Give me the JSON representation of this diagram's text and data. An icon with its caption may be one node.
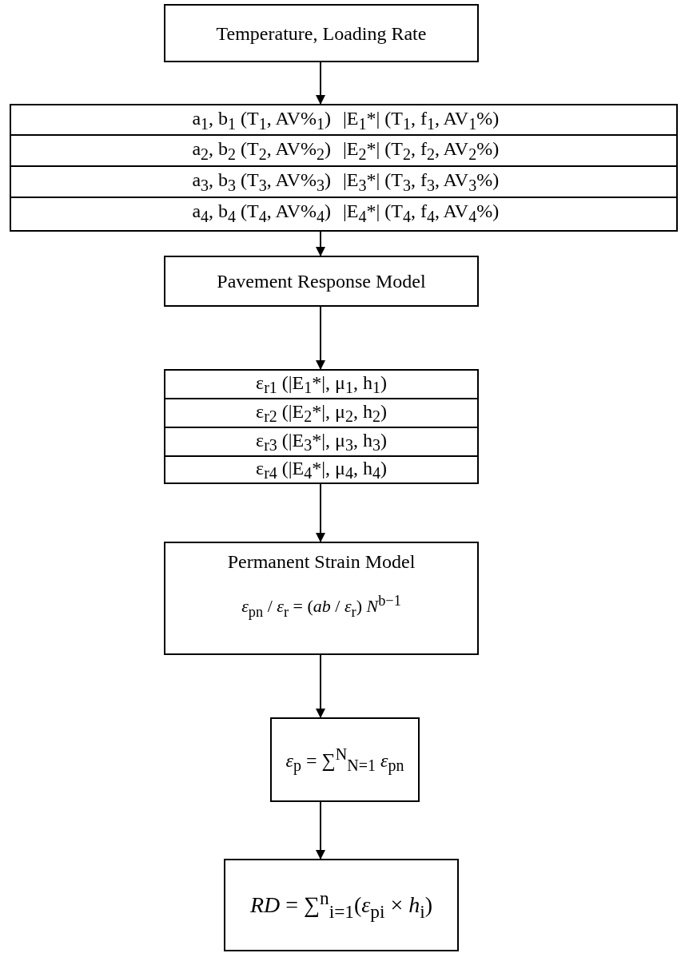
{
  "diagram": {
    "nodes": [
      {
        "text": [
          "Temperature, Loading Rate"
        ]
      },
      {
        "text": [],
        "shape": "box"
      },
      {
        "text": [
          "a$_{1}$, b$_{1}$ (T$_{1}$, AV%$_{1}$)",
          "|E$_{1}$*| (T$_{1}$, f$_{1}$, AV$_{1}$%)"
        ],
        "in": 1
      },
      {
        "text": [
          "a$_{2}$, b$_{2}$ (T$_{2}$, AV%$_{2}$)",
          "|E$_{2}$*| (T$_{2}$, f$_{2}$, AV$_{2}$%)"
        ],
        "in": 1
      },
      {
        "text": [
          "a$_{3}$, b$_{3}$ (T$_{3}$, AV%$_{3}$)",
          "|E$_{3}$*| (T$_{3}$, f$_{3}$, AV$_{3}$%)"
        ],
        "in": 1
      },
      {
        "text": [
          "a$_{4}$, b$_{4}$ (T$_{4}$, AV%$_{4}$)",
          "|E$_{4}$*| (T$_{4}$, f$_{4}$, AV$_{4}$%)"
        ],
        "in": 1
      },
      {
        "text": [
          "Pavement Response Model"
        ]
      },
      {
        "text": [],
        "shape": "box"
      },
      {
        "text": [
          "ε$_{r1}$ (|E$_{1}$*|, μ$_{1}$, h$_{1}$)"
        ],
        "in": 7
      },
      {
        "text": [
          "ε$_{r2}$ (|E$_{2}$*|, μ$_{2}$, h$_{2}$)"
        ],
        "in": 7
      },
      {
        "text": [
          "ε$_{r3}$ (|E$_{3}$*|, μ$_{3}$, h$_{3}$)"
        ],
        "in": 7
      },
      {
        "text": [
          "ε$_{r4}$ (|E$_{4}$*|, μ$_{4}$, h$_{4}$)"
        ],
        "in": 7
      },
      {
        "text": [
          "Permanent Strain Model",
          "*ε*$_{pn}$ / *ε*$_{r}$ = (*ab* / *ε*$_{r}$) *N*$^{b−1}$"
        ]
      },
      {
        "text": [
          "*ε*$_{p}$ = ∑$^{N}$$_{N=1}$ *ε*$_{pn}$"
        ]
      },
      {
        "text": [
          "*RD* = ∑$^{n}$$_{i=1}$(*ε*$_{pi}$ × *h*$_{i}$)"
        ]
      }
    ],
    "edges": [
      {
        "from": 0,
        "to": 1,
        "arrow": "to"
      },
      {
        "from": 1,
        "to": 6,
        "arrow": "to"
      },
      {
        "from": 6,
        "to": 7,
        "arrow": "to"
      },
      {
        "from": 7,
        "to": 12,
        "arrow": "to"
      },
      {
        "from": 12,
        "to": 13,
        "arrow": "to"
      },
      {
        "from": 13,
        "to": 14,
        "arrow": "to"
      }
    ]
  }
}
